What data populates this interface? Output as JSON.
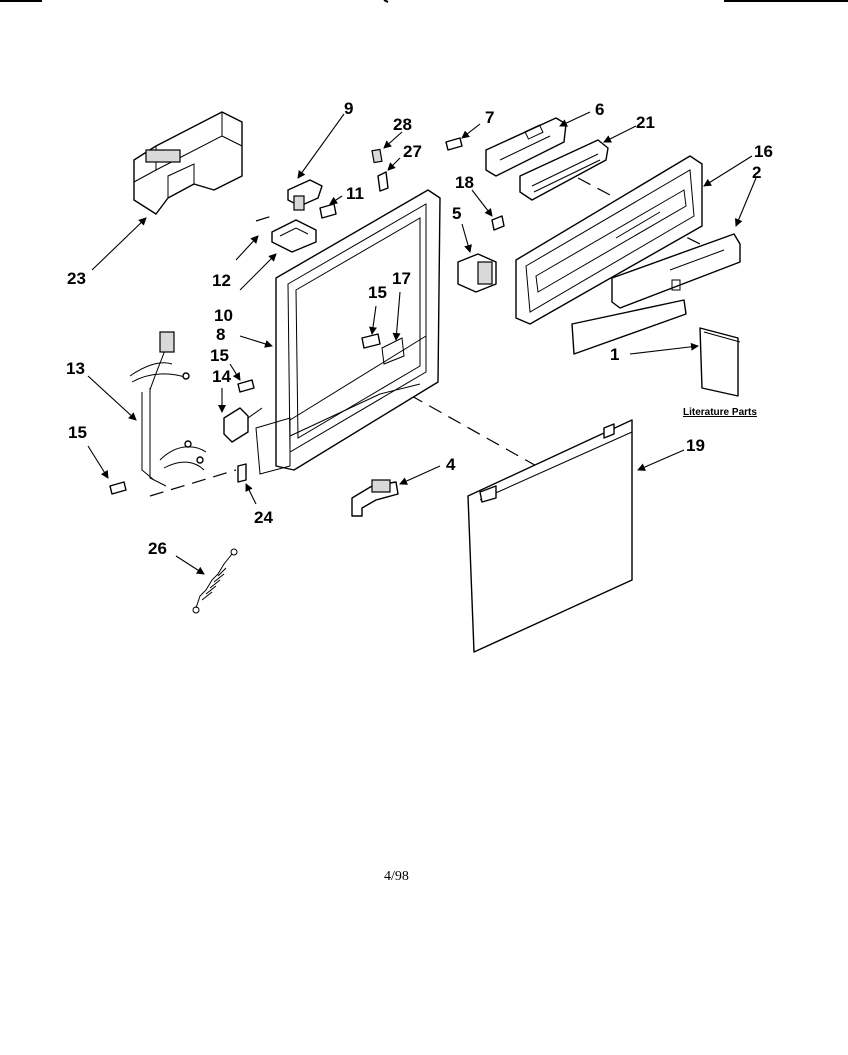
{
  "labels": {
    "p1": "1",
    "p2": "2",
    "p4": "4",
    "p5": "5",
    "p6": "6",
    "p7": "7",
    "p8": "8",
    "p9": "9",
    "p10": "10",
    "p11": "11",
    "p12": "12",
    "p13": "13",
    "p14": "14",
    "p15a": "15",
    "p15b": "15",
    "p15c": "15",
    "p16": "16",
    "p17": "17",
    "p18": "18",
    "p19": "19",
    "p21": "21",
    "p23": "23",
    "p24": "24",
    "p26": "26",
    "p27": "27",
    "p28": "28"
  },
  "literature": "Literature Parts",
  "footer": "4/98",
  "colors": {
    "line": "#000000",
    "background": "#ffffff",
    "shade": "#d9d9d9"
  }
}
